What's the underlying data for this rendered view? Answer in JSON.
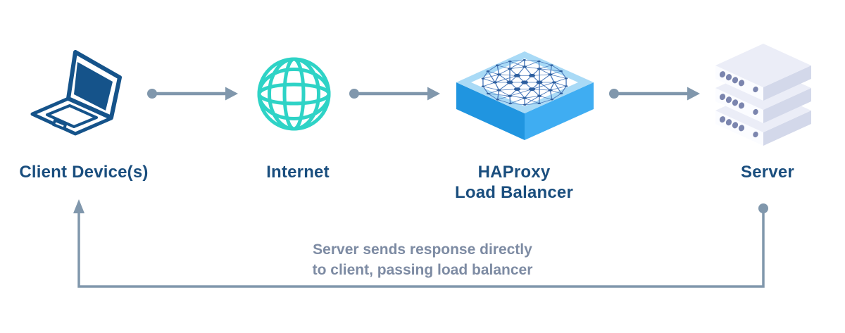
{
  "diagram": {
    "nodes": [
      {
        "id": "client",
        "icon": "laptop-icon",
        "label": "Client Device(s)"
      },
      {
        "id": "internet",
        "icon": "globe-icon",
        "label": "Internet"
      },
      {
        "id": "haproxy",
        "icon": "load-balancer-icon",
        "label": "HAProxy",
        "label2": "Load Balancer"
      },
      {
        "id": "server",
        "icon": "server-stack-icon",
        "label": "Server"
      }
    ],
    "return_note": {
      "line1": "Server sends response directly",
      "line2": "to client, passing load balancer"
    },
    "colors": {
      "label_navy": "#1a4e7e",
      "laptop_blue": "#15538a",
      "globe_teal": "#2ed3c6",
      "arrow_gray_blue": "#8097ac",
      "caption_gray": "#7d8ba3",
      "haproxy_face_left": "#2095e0",
      "haproxy_face_right": "#3fadf2",
      "haproxy_top_frame": "#a9daf6",
      "haproxy_mesh": "#2e5f9f",
      "server_top": "#ebedf7",
      "server_front": "#fbfcff",
      "server_side": "#d3d8ea",
      "server_led": "#7b85ae"
    }
  }
}
